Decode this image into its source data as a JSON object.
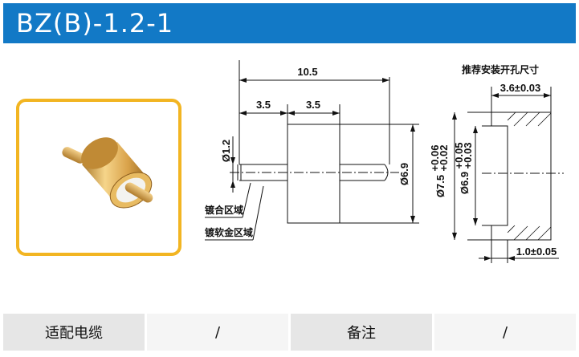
{
  "header": {
    "title": "BZ(B)-1.2-1",
    "bg_color": "#1279c6"
  },
  "photo": {
    "frame_color": "#f2b522",
    "subject": "gold-cylindrical-pogo-pin"
  },
  "drawing": {
    "dim_total_length": "10.5",
    "dim_pin_length": "3.5",
    "dim_body_length": "3.5",
    "dim_pin_dia": "Ø1.2",
    "dim_body_dia": "Ø6.9",
    "callout_gold_area": "镀合区域",
    "callout_soft_gold_area": "镀软金区域",
    "mount_title": "推荐安装开孔尺寸",
    "dim_hole_depth": "3.6±0.03",
    "dim_outer_dia": "Ø7.5",
    "dim_outer_dia_tol_upper": "+0.06",
    "dim_outer_dia_tol_lower": "+0.02",
    "dim_hole_dia": "Ø6.9",
    "dim_hole_dia_tol_upper": "+0.05",
    "dim_hole_dia_tol_lower": "+0.03",
    "dim_lip": "1.0±0.05"
  },
  "spec_table": {
    "cells": [
      "适配电缆",
      "/",
      "备注",
      "/"
    ]
  }
}
